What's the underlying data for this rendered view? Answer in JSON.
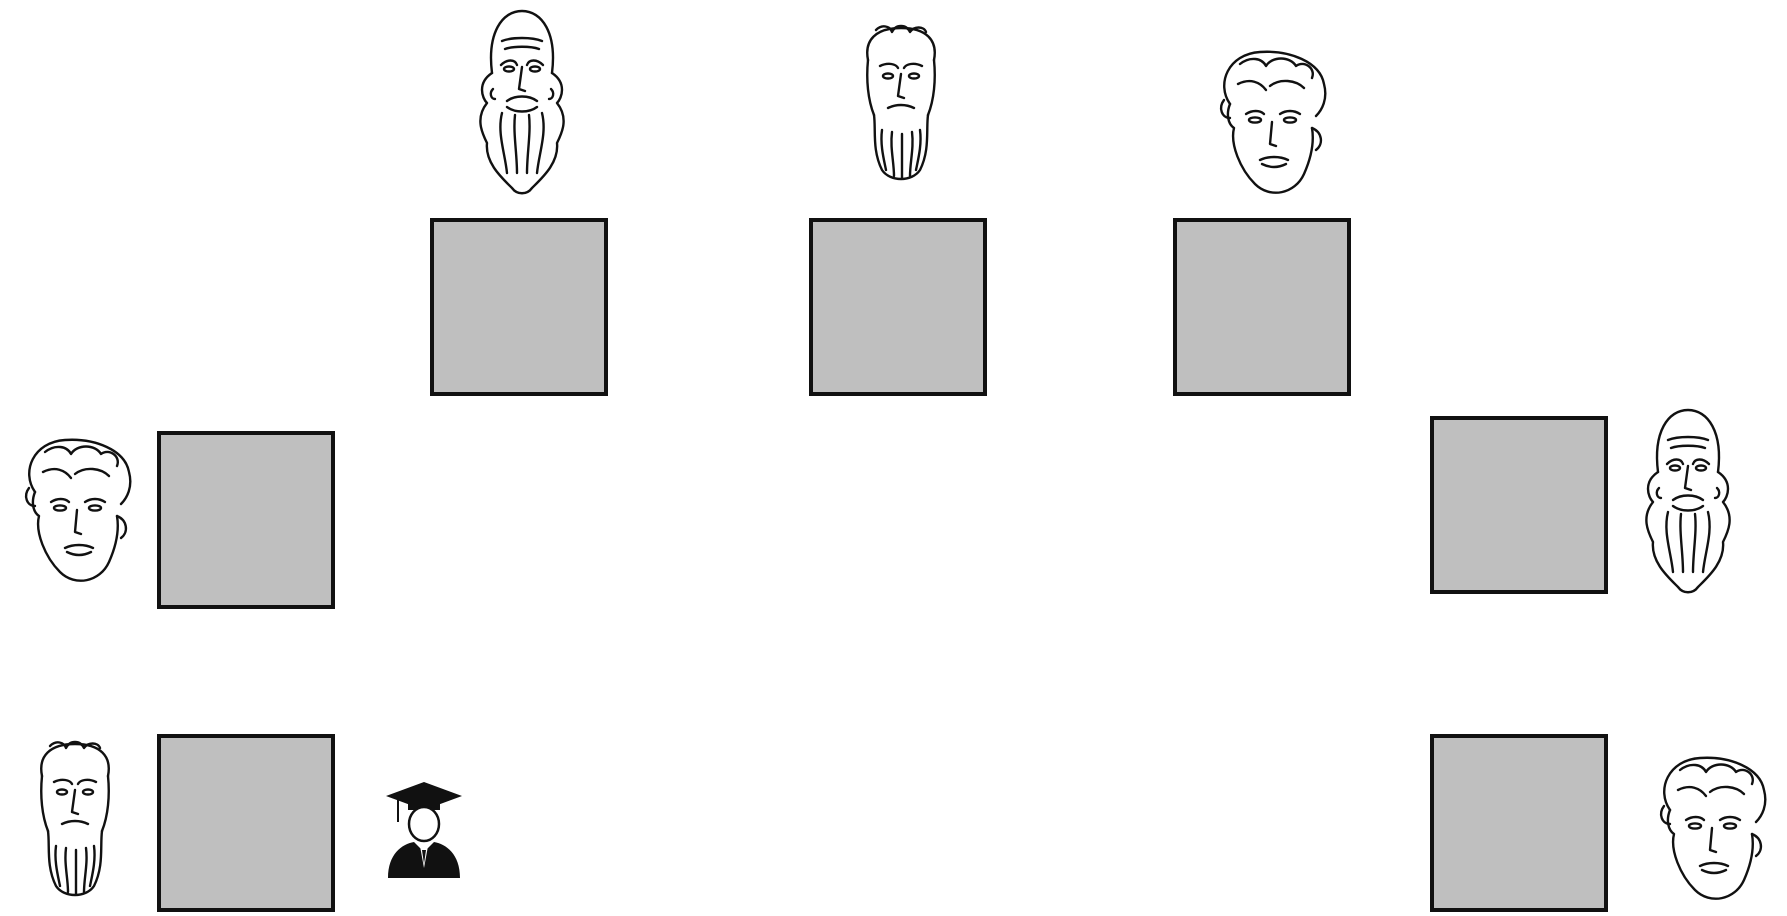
{
  "scene": {
    "background_color": "#ffffff",
    "tile_color": "#bfbfbf",
    "tile_border_color": "#111111",
    "line_color": "#111111"
  },
  "tiles": [
    {
      "id": "tile-top-1"
    },
    {
      "id": "tile-top-2"
    },
    {
      "id": "tile-top-3"
    },
    {
      "id": "tile-left-upper"
    },
    {
      "id": "tile-right-upper"
    },
    {
      "id": "tile-left-lower"
    },
    {
      "id": "tile-right-lower"
    }
  ],
  "busts": [
    {
      "id": "philosopher-long-beard",
      "icon": "bald-long-beard-bust-icon"
    },
    {
      "id": "philosopher-curly-hair",
      "icon": "curly-beard-bust-icon"
    },
    {
      "id": "philosopher-youth",
      "icon": "young-wavy-hair-bust-icon"
    },
    {
      "id": "philosopher-youth",
      "icon": "young-wavy-hair-bust-icon"
    },
    {
      "id": "philosopher-long-beard",
      "icon": "bald-long-beard-bust-icon"
    },
    {
      "id": "philosopher-curly-hair",
      "icon": "curly-beard-bust-icon"
    },
    {
      "id": "philosopher-youth",
      "icon": "young-wavy-hair-bust-icon"
    }
  ],
  "player": {
    "icon": "graduate-student-icon",
    "color": "#111111"
  }
}
